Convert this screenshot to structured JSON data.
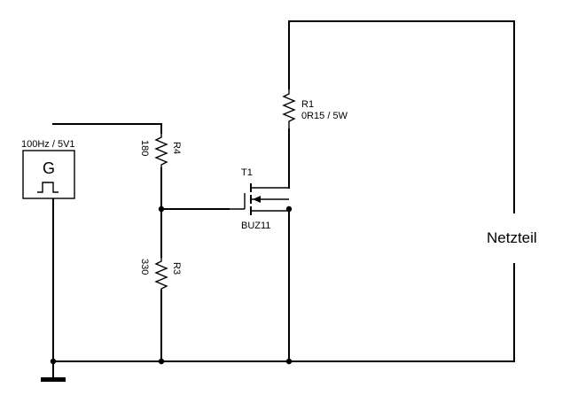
{
  "generator": {
    "label": "100Hz / 5V1",
    "symbol": "G",
    "icon": "square-pulse-icon"
  },
  "resistors": {
    "r1": {
      "name": "R1",
      "value": "0R15 / 5W"
    },
    "r3": {
      "name": "R3",
      "value": "330"
    },
    "r4": {
      "name": "R4",
      "value": "180"
    }
  },
  "transistor": {
    "name": "T1",
    "type": "BUZ11"
  },
  "power_supply": {
    "label": "Netzteil"
  },
  "colors": {
    "wire": "#000000",
    "background": "#ffffff"
  }
}
